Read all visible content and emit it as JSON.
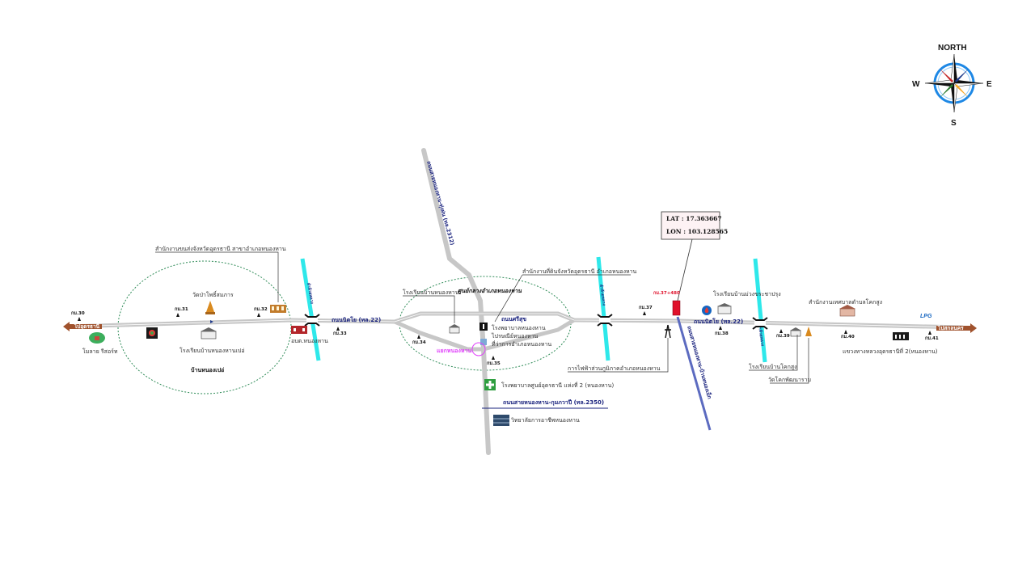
{
  "compass": {
    "north": "NORTH",
    "south": "S",
    "east": "E",
    "west": "W"
  },
  "coords": {
    "lat": "LAT : 17.363667",
    "lon": "LON : 103.128565"
  },
  "km_marker_red": "กม.37+480",
  "directions": {
    "left": "ไปอุดรธานี",
    "right": "ไปสกลนคร"
  },
  "roads": {
    "main_west": "ถนนนิตโย (ทล.22)",
    "main_east": "ถนนนิตโย (ทล.22)",
    "sisuk": "ถนนศรีสุข",
    "north_road": "ถนนสายหนองหาน-ทุ่งฝน (ทล.2312)",
    "south_road": "ถนนสายหนองหาน-กุมภวาปี (ทล.2350)",
    "southeast_road": "ถนนสายหนองหาน-บ้านหนองเม็ก",
    "canal_west": "ลำห้วยหลวง",
    "canal_mid": "ลำห้วยหลวง",
    "canal_east": "ลำห้วยหลวง"
  },
  "km_markers": [
    "กม.30",
    "กม.31",
    "กม.32",
    "กม.33",
    "กม.34",
    "กม.35",
    "กม.37",
    "กม.38",
    "กม.39",
    "กม.40",
    "กม.41"
  ],
  "labels": {
    "lpg": "LPG",
    "resort": "โมลาย รีสอร์ท",
    "wat_ban_pong": "วัดป่าโพธิ์สมภาร",
    "school_nong_han_pao": "โรงเรียนบ้านหนองหานเปอ่",
    "ban_nong_pao": "บ้านหนองเปอ่",
    "transport_office": "สำนักงานขนส่งจังหวัดอุดรธานี สาขาอำเภอหนองหาน",
    "obt": "อบต.หนองหาน",
    "school_nong_han": "โรงเรียนบ้านหนองหาน",
    "center": "ศูนย์กลางอำเภอหนองหาน",
    "land_office": "สำนักงานที่ดินจังหวัดอุดรธานี อำเภอหนองหาน",
    "hospital_nh": "โรงพยาบาลหนองหาน",
    "post_office": "ไปรษณีย์หนองหาน",
    "district_office": "ที่ว่าการอำเภอหนองหาน",
    "intersection": "แยกหนองหาน",
    "hospital_center": "โรงพยาบาลศูนย์อุดรธานี แห่งที่ 2 (หนองหาน)",
    "college": "วิทยาลัยการอาชีพหนองหาน",
    "pea": "การไฟฟ้าส่วนภูมิภาคอำเภอหนองหาน",
    "school_wang_chai": "โรงเรียนบ้านม่วงขระชาปรุง",
    "municipality": "สำนักงานเทศบาลตำบลโคกสูง",
    "school_khok_sung": "โรงเรียนบ้านโคกสูง",
    "wat_khok_phai": "วัดโคกพัฒนาราม",
    "highway_office": "แขวงทางหลวงอุดรธานีที่ 2(หนองหาน)"
  },
  "colors": {
    "road": "#c7c7c7",
    "canal": "#2ee8ea",
    "road_label": "#1a237e",
    "direction": "#a0522d",
    "circle": "#2e8b57",
    "marker": "#e0112b"
  }
}
